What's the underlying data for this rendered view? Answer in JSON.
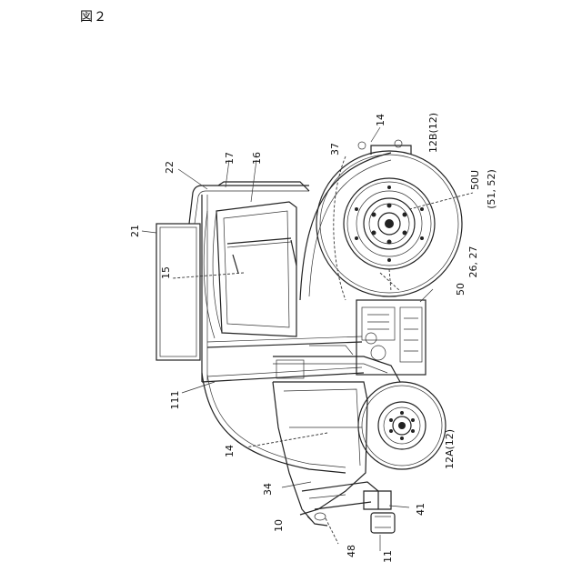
{
  "figure": {
    "title": "図２"
  },
  "labels": {
    "l10": "10",
    "l11": "11",
    "l12a": "12A(12)",
    "l12b": "12B(12)",
    "l14_top": "14",
    "l14_bottom": "14",
    "l15": "15",
    "l16": "16",
    "l17": "17",
    "l21": "21",
    "l22": "22",
    "l2627": "26, 27",
    "l34": "34",
    "l37": "37",
    "l41": "41",
    "l48": "48",
    "l50": "50",
    "l50u": "50U",
    "l5152": "(51, 52)",
    "l111": "111"
  }
}
